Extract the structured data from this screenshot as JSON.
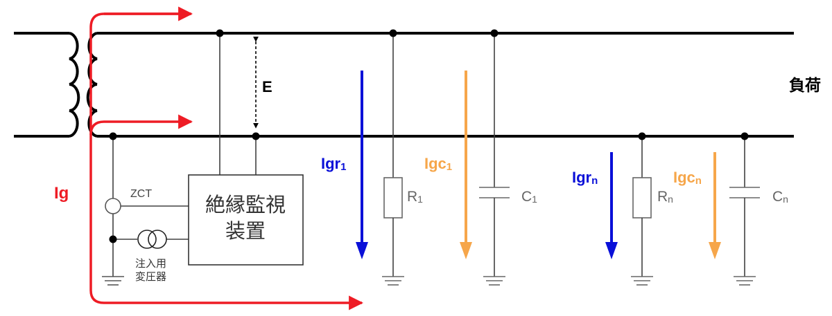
{
  "labels": {
    "load": "負荷",
    "voltage": "E",
    "ground_current": "Ig",
    "zct": "ZCT",
    "injection_transformer_line1": "注入用",
    "injection_transformer_line2": "変圧器",
    "monitor_line1": "絶縁監視",
    "monitor_line2": "装置"
  },
  "branches": [
    {
      "current_main": "Igr",
      "current_sub": "1",
      "component_main": "R",
      "component_sub": "1"
    },
    {
      "current_main": "Igc",
      "current_sub": "1",
      "component_main": "C",
      "component_sub": "1"
    },
    {
      "current_main": "Igr",
      "current_sub": "n",
      "component_main": "R",
      "component_sub": "n"
    },
    {
      "current_main": "Igc",
      "current_sub": "n",
      "component_main": "C",
      "component_sub": "n"
    }
  ],
  "colors": {
    "wire": "#000000",
    "thin_wire": "#404040",
    "ground_path": "#ee1c25",
    "resistive_current": "#0a10d8",
    "capacitive_current": "#f6a64a",
    "component": "#666666"
  }
}
